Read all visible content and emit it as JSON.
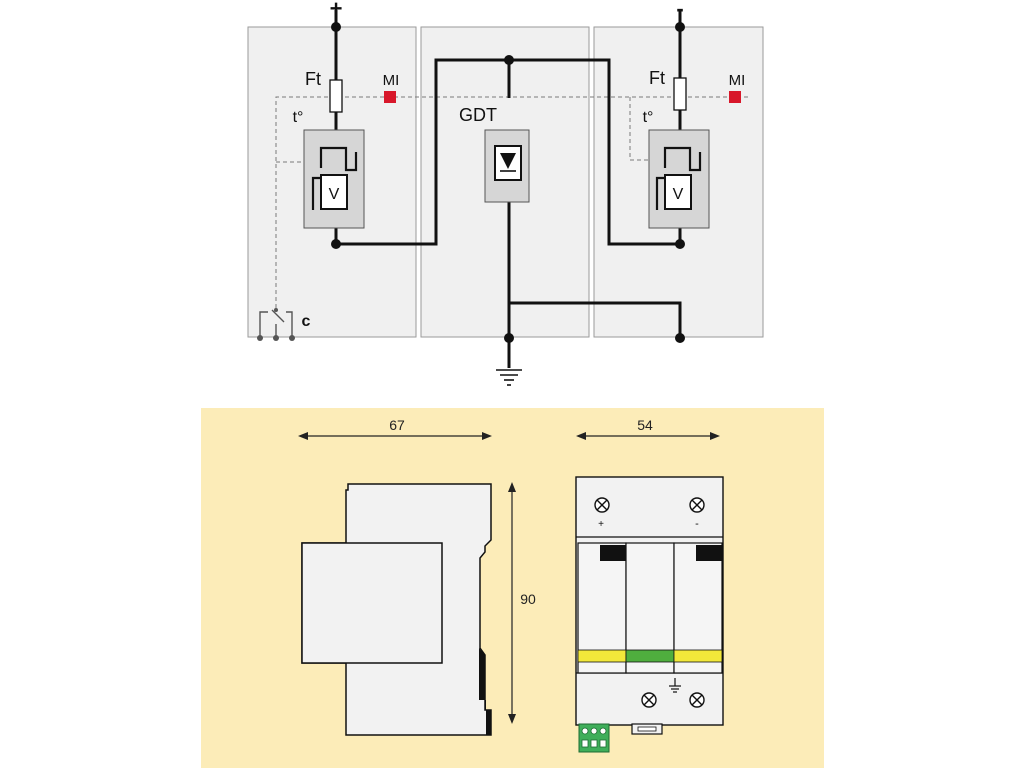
{
  "schematic": {
    "plus_label": "+",
    "minus_label": "-",
    "left_module": {
      "fuse_label": "Ft",
      "indicator_label": "MI",
      "thermal_label": "t°",
      "varistor_label": "V"
    },
    "right_module": {
      "fuse_label": "Ft",
      "indicator_label": "MI",
      "thermal_label": "t°",
      "varistor_label": "V"
    },
    "center_module": {
      "gdt_label": "GDT"
    },
    "contact_label": "c"
  },
  "dimensions": {
    "width_side": "67",
    "width_front": "54",
    "height": "90"
  },
  "front_view": {
    "plus_mark": "+",
    "minus_mark": "-"
  },
  "colors": {
    "panel_fill": "#f0f0f0",
    "dimension_bg": "#fcecb8",
    "indicator_red": "#d8172a",
    "window_yellow": "#f2e83a",
    "window_green": "#4fae3e",
    "terminal_green": "#3fae5a"
  }
}
